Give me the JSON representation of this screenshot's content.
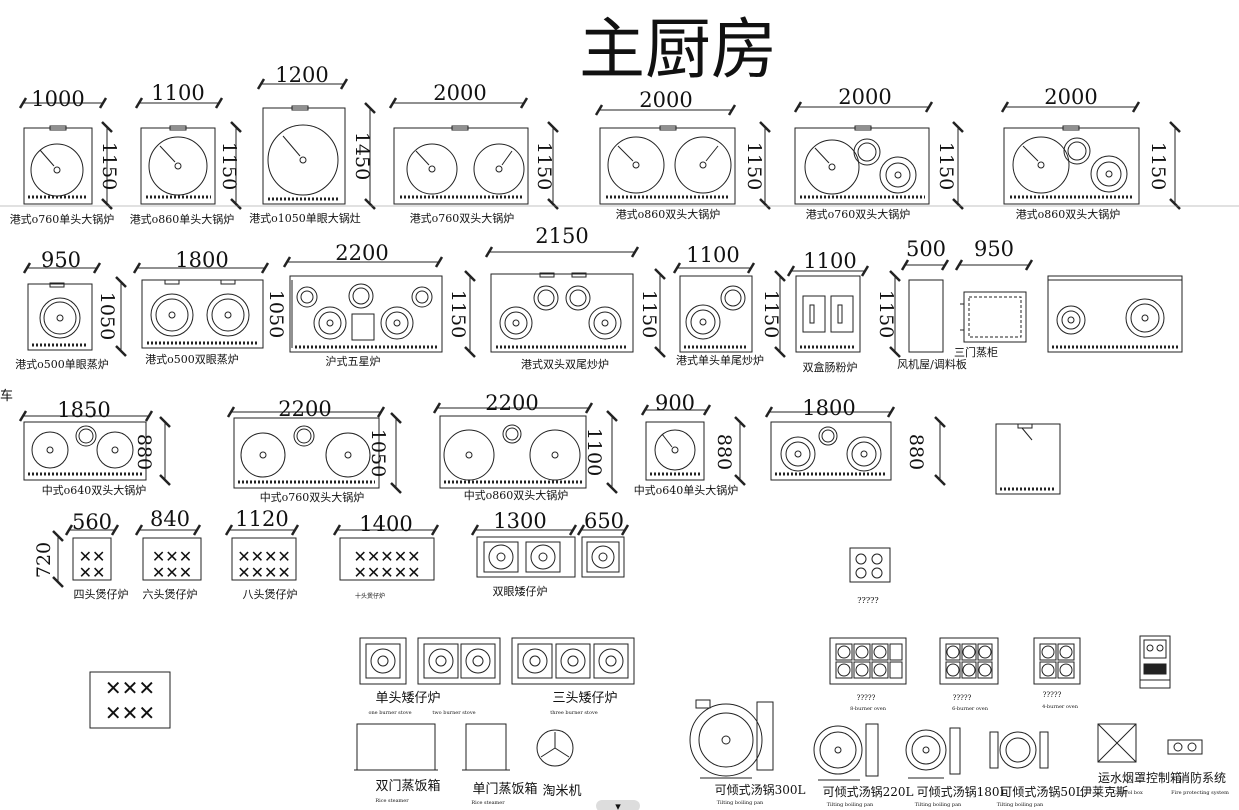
{
  "title": "主厨房",
  "edge_label": "车",
  "scroll_glyph": "▾",
  "row1": [
    {
      "dim": "1000",
      "side": "1150",
      "label": "港式o760单头大锅炉"
    },
    {
      "dim": "1100",
      "side": "1150",
      "label": "港式o860单头大锅炉"
    },
    {
      "dim": "1200",
      "side": "1450",
      "label": "港式o1050单眼大锅灶"
    },
    {
      "dim": "2000",
      "side": "1150",
      "label": "港式o760双头大锅炉"
    },
    {
      "dim": "2000",
      "side": "1150",
      "label": "港式o860双头大锅炉"
    },
    {
      "dim": "2000",
      "side": "1150",
      "label": "港式o760双头大锅炉"
    },
    {
      "dim": "2000",
      "side": "1150",
      "label": "港式o860双头大锅炉"
    }
  ],
  "row2": [
    {
      "dim": "950",
      "side": "1050",
      "label": "港式o500单眼蒸炉"
    },
    {
      "dim": "1800",
      "side": "1050",
      "label": "港式o500双眼蒸炉"
    },
    {
      "dim": "2200",
      "side": "1150",
      "label": "沪式五星炉"
    },
    {
      "dim": "2150",
      "side": "1150",
      "label": "港式双头双尾炒炉"
    },
    {
      "dim": "1100",
      "side": "1150",
      "label": "港式单头单尾炒炉"
    },
    {
      "dim": "1100",
      "side": "1150",
      "label": "双盒肠粉炉"
    },
    {
      "dim": "500",
      "side": "",
      "label": "风机屋/调料板"
    },
    {
      "dim": "950",
      "side": "",
      "label": "三门蒸柜"
    },
    {
      "dim": "",
      "side": "",
      "label": ""
    }
  ],
  "row3": [
    {
      "dim": "1850",
      "side": "880",
      "label": "中式o640双头大锅炉"
    },
    {
      "dim": "2200",
      "side": "1050",
      "label": "中式o760双头大锅炉"
    },
    {
      "dim": "2200",
      "side": "1100",
      "label": "中式o860双头大锅炉"
    },
    {
      "dim": "900",
      "side": "880",
      "label": "中式o640单头大锅炉"
    },
    {
      "dim": "1800",
      "side": "880",
      "label": ""
    }
  ],
  "row4": [
    {
      "dim": "560",
      "side": "720",
      "label": "四头煲仔炉"
    },
    {
      "dim": "840",
      "side": "",
      "label": "六头煲仔炉"
    },
    {
      "dim": "1120",
      "side": "",
      "label": "八头煲仔炉"
    },
    {
      "dim": "1400",
      "side": "",
      "label": "十头煲仔炉"
    },
    {
      "dim": "1300",
      "side": "",
      "label": "双眼矮仔炉"
    },
    {
      "dim": "650",
      "side": "",
      "label": ""
    }
  ],
  "misc_label": "?????",
  "stoves": {
    "single_label": "单头矮仔炉",
    "single_en": "one burner stove",
    "two_en": "two burner stove",
    "triple_label": "三头矮仔炉",
    "triple_en": "three burner stove"
  },
  "ovens": [
    {
      "label": "?????",
      "en": "8-burner oven"
    },
    {
      "label": "?????",
      "en": "6-burner oven"
    },
    {
      "label": "?????",
      "en": "4-burner oven"
    }
  ],
  "bottom": [
    {
      "label": "双门蒸饭箱",
      "en": "Rice steamer"
    },
    {
      "label": "单门蒸饭箱",
      "en": "Rice steamer"
    },
    {
      "label": "淘米机",
      "en": ""
    },
    {
      "label": "可倾式汤锅300L",
      "en": "Tilting boiling pan"
    },
    {
      "label": "可倾式汤锅220L",
      "en": "Tilting boiling pan"
    },
    {
      "label": "可倾式汤锅180L",
      "en": "Tilting boiling pan"
    },
    {
      "label": "可倾式汤锅50L",
      "en": "Tilting boiling pan"
    },
    {
      "label": "伊莱克斯",
      "en": ""
    },
    {
      "label": "运水烟罩控制箱",
      "en": "Control box"
    },
    {
      "label": "消防系统",
      "en": "Fire protecting system"
    }
  ]
}
